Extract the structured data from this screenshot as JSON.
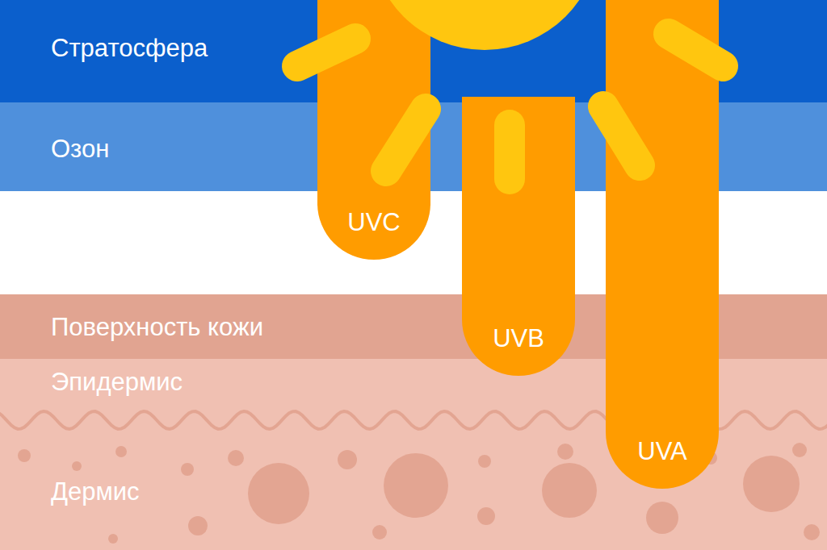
{
  "diagram": {
    "nodes": [
      {
        "text": [
          "Стратосфера"
        ]
      },
      {
        "text": [
          "Озон"
        ]
      },
      {
        "text": [
          "UVC"
        ]
      },
      {
        "text": [
          "Поверхность кожи"
        ]
      },
      {
        "text": [
          "UVB"
        ]
      },
      {
        "text": [
          "Эпидермис"
        ]
      },
      {
        "text": [
          "UVA"
        ]
      },
      {
        "text": [
          "Дермис"
        ]
      }
    ]
  }
}
